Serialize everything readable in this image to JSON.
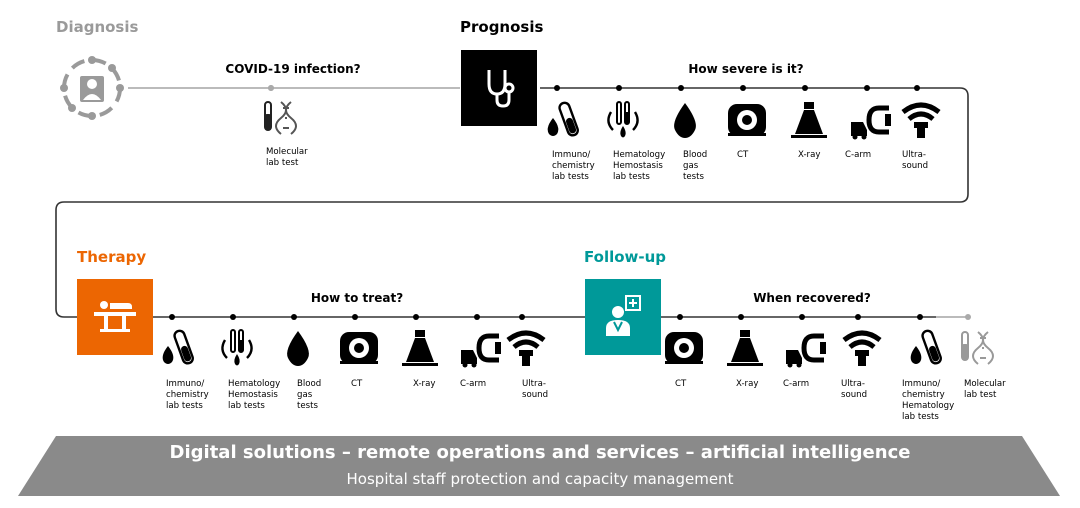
{
  "stages": {
    "diagnosis": {
      "title": "Diagnosis",
      "question": "COVID-19 infection?",
      "color": "#9a9a9a"
    },
    "prognosis": {
      "title": "Prognosis",
      "question": "How severe is it?",
      "color": "#000000"
    },
    "therapy": {
      "title": "Therapy",
      "question": "How to treat?",
      "color": "#ec6602"
    },
    "followup": {
      "title": "Follow-up",
      "question": "When recovered?",
      "color": "#009999"
    }
  },
  "tests": {
    "molecular_a": {
      "icon": "molecular-test-icon",
      "lines": [
        "Molecular",
        "lab test"
      ]
    },
    "prog_immuno": {
      "icon": "immuno-chemistry-icon",
      "lines": [
        "Immuno/",
        "chemistry",
        "lab tests"
      ]
    },
    "prog_hema": {
      "icon": "hematology-icon",
      "lines": [
        "Hematology",
        "Hemostasis",
        "lab tests"
      ]
    },
    "prog_blood": {
      "icon": "blood-drop-icon",
      "lines": [
        "Blood",
        "gas",
        "tests"
      ]
    },
    "prog_ct": {
      "icon": "ct-scanner-icon",
      "lines": [
        "CT"
      ]
    },
    "prog_xray": {
      "icon": "x-ray-icon",
      "lines": [
        "X-ray"
      ]
    },
    "prog_carm": {
      "icon": "c-arm-icon",
      "lines": [
        "C-arm"
      ]
    },
    "prog_us": {
      "icon": "ultrasound-icon",
      "lines": [
        "Ultra-",
        "sound"
      ]
    },
    "ther_immuno": {
      "icon": "immuno-chemistry-icon",
      "lines": [
        "Immuno/",
        "chemistry",
        "lab tests"
      ]
    },
    "ther_hema": {
      "icon": "hematology-icon",
      "lines": [
        "Hematology",
        "Hemostasis",
        "lab tests"
      ]
    },
    "ther_blood": {
      "icon": "blood-drop-icon",
      "lines": [
        "Blood",
        "gas",
        "tests"
      ]
    },
    "ther_ct": {
      "icon": "ct-scanner-icon",
      "lines": [
        "CT"
      ]
    },
    "ther_xray": {
      "icon": "x-ray-icon",
      "lines": [
        "X-ray"
      ]
    },
    "ther_carm": {
      "icon": "c-arm-icon",
      "lines": [
        "C-arm"
      ]
    },
    "ther_us": {
      "icon": "ultrasound-icon",
      "lines": [
        "Ultra-",
        "sound"
      ]
    },
    "fol_ct": {
      "icon": "ct-scanner-icon",
      "lines": [
        "CT"
      ]
    },
    "fol_xray": {
      "icon": "x-ray-icon",
      "lines": [
        "X-ray"
      ]
    },
    "fol_carm": {
      "icon": "c-arm-icon",
      "lines": [
        "C-arm"
      ]
    },
    "fol_us": {
      "icon": "ultrasound-icon",
      "lines": [
        "Ultra-",
        "sound"
      ]
    },
    "fol_immuno": {
      "icon": "immuno-chemistry-icon",
      "lines": [
        "Immuno/",
        "chemistry",
        "Hematology",
        "lab tests"
      ]
    },
    "molecular_b": {
      "icon": "molecular-test-icon",
      "lines": [
        "Molecular",
        "lab test"
      ]
    }
  },
  "banner": {
    "title": "Digital solutions – remote operations and services – artificial intelligence",
    "subtitle": "Hospital staff protection and capacity management",
    "color": "#8a8a8a"
  }
}
